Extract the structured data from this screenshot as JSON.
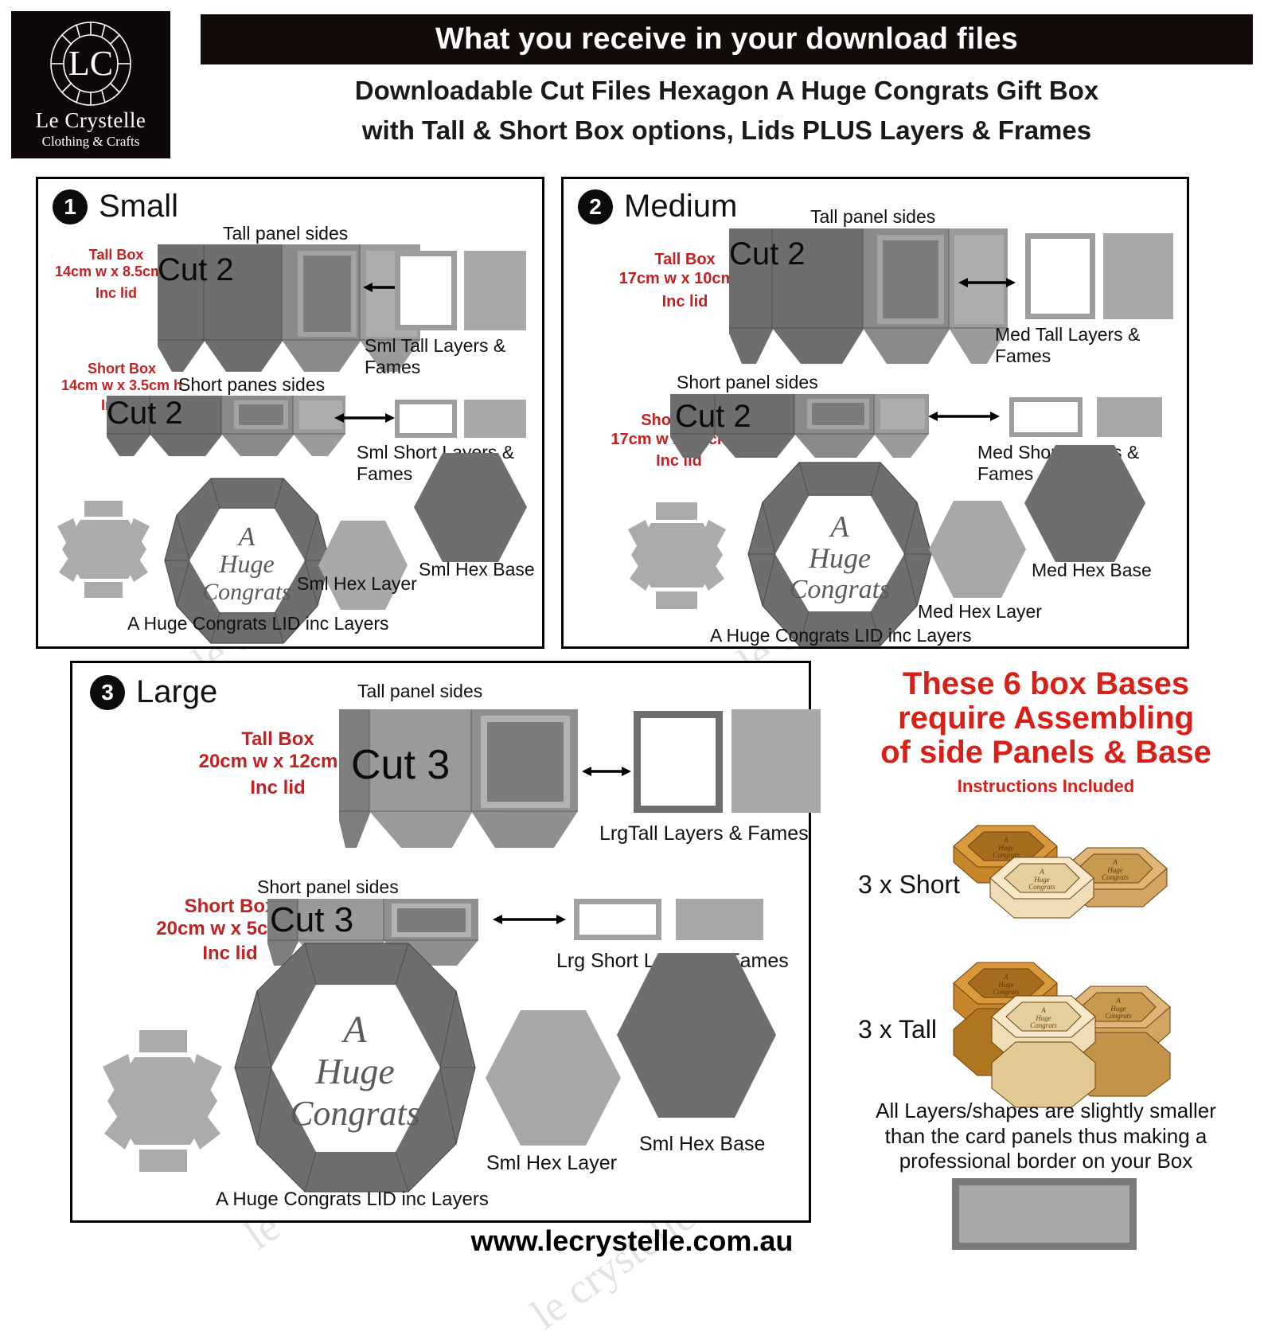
{
  "logo": {
    "brand": "Le Crystelle",
    "subtitle": "Clothing & Crafts",
    "monogram": "LC"
  },
  "header": {
    "bar_title": "What you receive in your download files",
    "subtitle_line1": "Downloadable Cut Files Hexagon A Huge Congrats Gift Box",
    "subtitle_line2": "with Tall & Short Box options, Lids PLUS Layers & Frames"
  },
  "panels": [
    {
      "number": "1",
      "title": "Small",
      "tall": {
        "box_label_l1": "Tall Box",
        "box_label_l2": "14cm w x 8.5cm H",
        "box_label_l3": "Inc lid",
        "panel_caption": "Tall panel sides",
        "cut": "Cut 2",
        "layers_caption": "Sml Tall Layers & Fames"
      },
      "short": {
        "box_label_l1": "Short Box",
        "box_label_l2": "14cm w x 3.5cm h",
        "box_label_l3": "Inc lid",
        "panel_caption": "Short panes sides",
        "cut": "Cut 2",
        "layers_caption": "Sml Short Layers & Fames"
      },
      "lid_caption": "A Huge Congrats  LID inc Layers",
      "hex_layer_caption": "Sml Hex Layer",
      "hex_base_caption": "Sml Hex Base",
      "lid_text": [
        "A",
        "Huge",
        "Congrats"
      ]
    },
    {
      "number": "2",
      "title": "Medium",
      "tall": {
        "box_label_l1": "Tall Box",
        "box_label_l2": "17cm w x 10cm H",
        "box_label_l3": "Inc lid",
        "panel_caption": "Tall panel sides",
        "cut": "Cut 2",
        "layers_caption": "Med Tall Layers & Fames"
      },
      "short": {
        "box_label_l1": "Short Box",
        "box_label_l2": "17cm w x 4.5cm H",
        "box_label_l3": "Inc lid",
        "panel_caption": "Short panel sides",
        "cut": "Cut 2",
        "layers_caption": "Med Short Layers & Fames"
      },
      "lid_caption": "A Huge Congrats  LID inc Layers",
      "hex_layer_caption": "Med Hex Layer",
      "hex_base_caption": "Med Hex Base",
      "lid_text": [
        "A",
        "Huge",
        "Congrats"
      ]
    },
    {
      "number": "3",
      "title": "Large",
      "tall": {
        "box_label_l1": "Tall Box",
        "box_label_l2": "20cm w x 12cm H",
        "box_label_l3": "Inc lid",
        "panel_caption": "Tall panel sides",
        "cut": "Cut 3",
        "layers_caption": "LrgTall Layers & Fames"
      },
      "short": {
        "box_label_l1": "Short Box",
        "box_label_l2": "20cm w x 5cm H",
        "box_label_l3": "Inc lid",
        "panel_caption": "Short panel sides",
        "cut": "Cut 3",
        "layers_caption": "Lrg Short Layers & Fames"
      },
      "lid_caption": "A Huge Congrats  LID inc Layers",
      "hex_layer_caption": "Sml Hex Layer",
      "hex_base_caption": "Sml Hex Base",
      "lid_text": [
        "A",
        "Huge",
        "Congrats"
      ]
    }
  ],
  "sidebar": {
    "headline_l1": "These 6 box Bases",
    "headline_l2": "require Assembling",
    "headline_l3": "of side Panels & Base",
    "instructions": "Instructions Included",
    "short_count": "3 x Short",
    "tall_count": "3 x Tall",
    "note_l1": "All Layers/shapes are slightly smaller",
    "note_l2": "than the card panels thus making a",
    "note_l3": "professional border on your Box"
  },
  "footer": {
    "website": "www.lecrystelle.com.au"
  },
  "watermarks": [
    "le crystelle crafts",
    "le crystelle crafts",
    "le crystelle crafts",
    "le crystelle crafts"
  ],
  "colors": {
    "header_bar": "#130a0a",
    "red_accent": "#c22122",
    "big_red": "#d81f18",
    "grey_dark": "#6e6e6e",
    "grey_mid": "#8a8a8a",
    "grey_light": "#a8a8a8",
    "box_orange": "#d89434",
    "box_tan": "#d9ab6b",
    "box_cream": "#f2dcb4"
  }
}
